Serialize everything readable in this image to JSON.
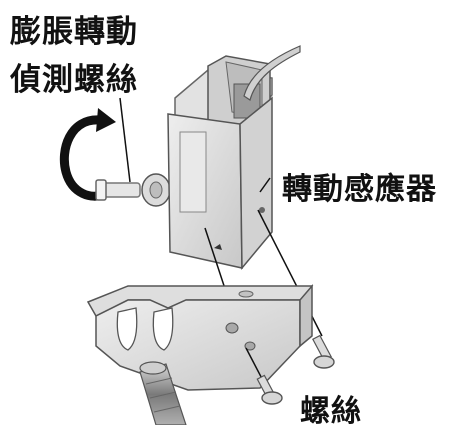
{
  "labels": {
    "expansion_screw_line1": "膨脹轉動",
    "expansion_screw_line2": "偵測螺絲",
    "rotation_sensor": "轉動感應器",
    "screws": "螺絲"
  }
}
